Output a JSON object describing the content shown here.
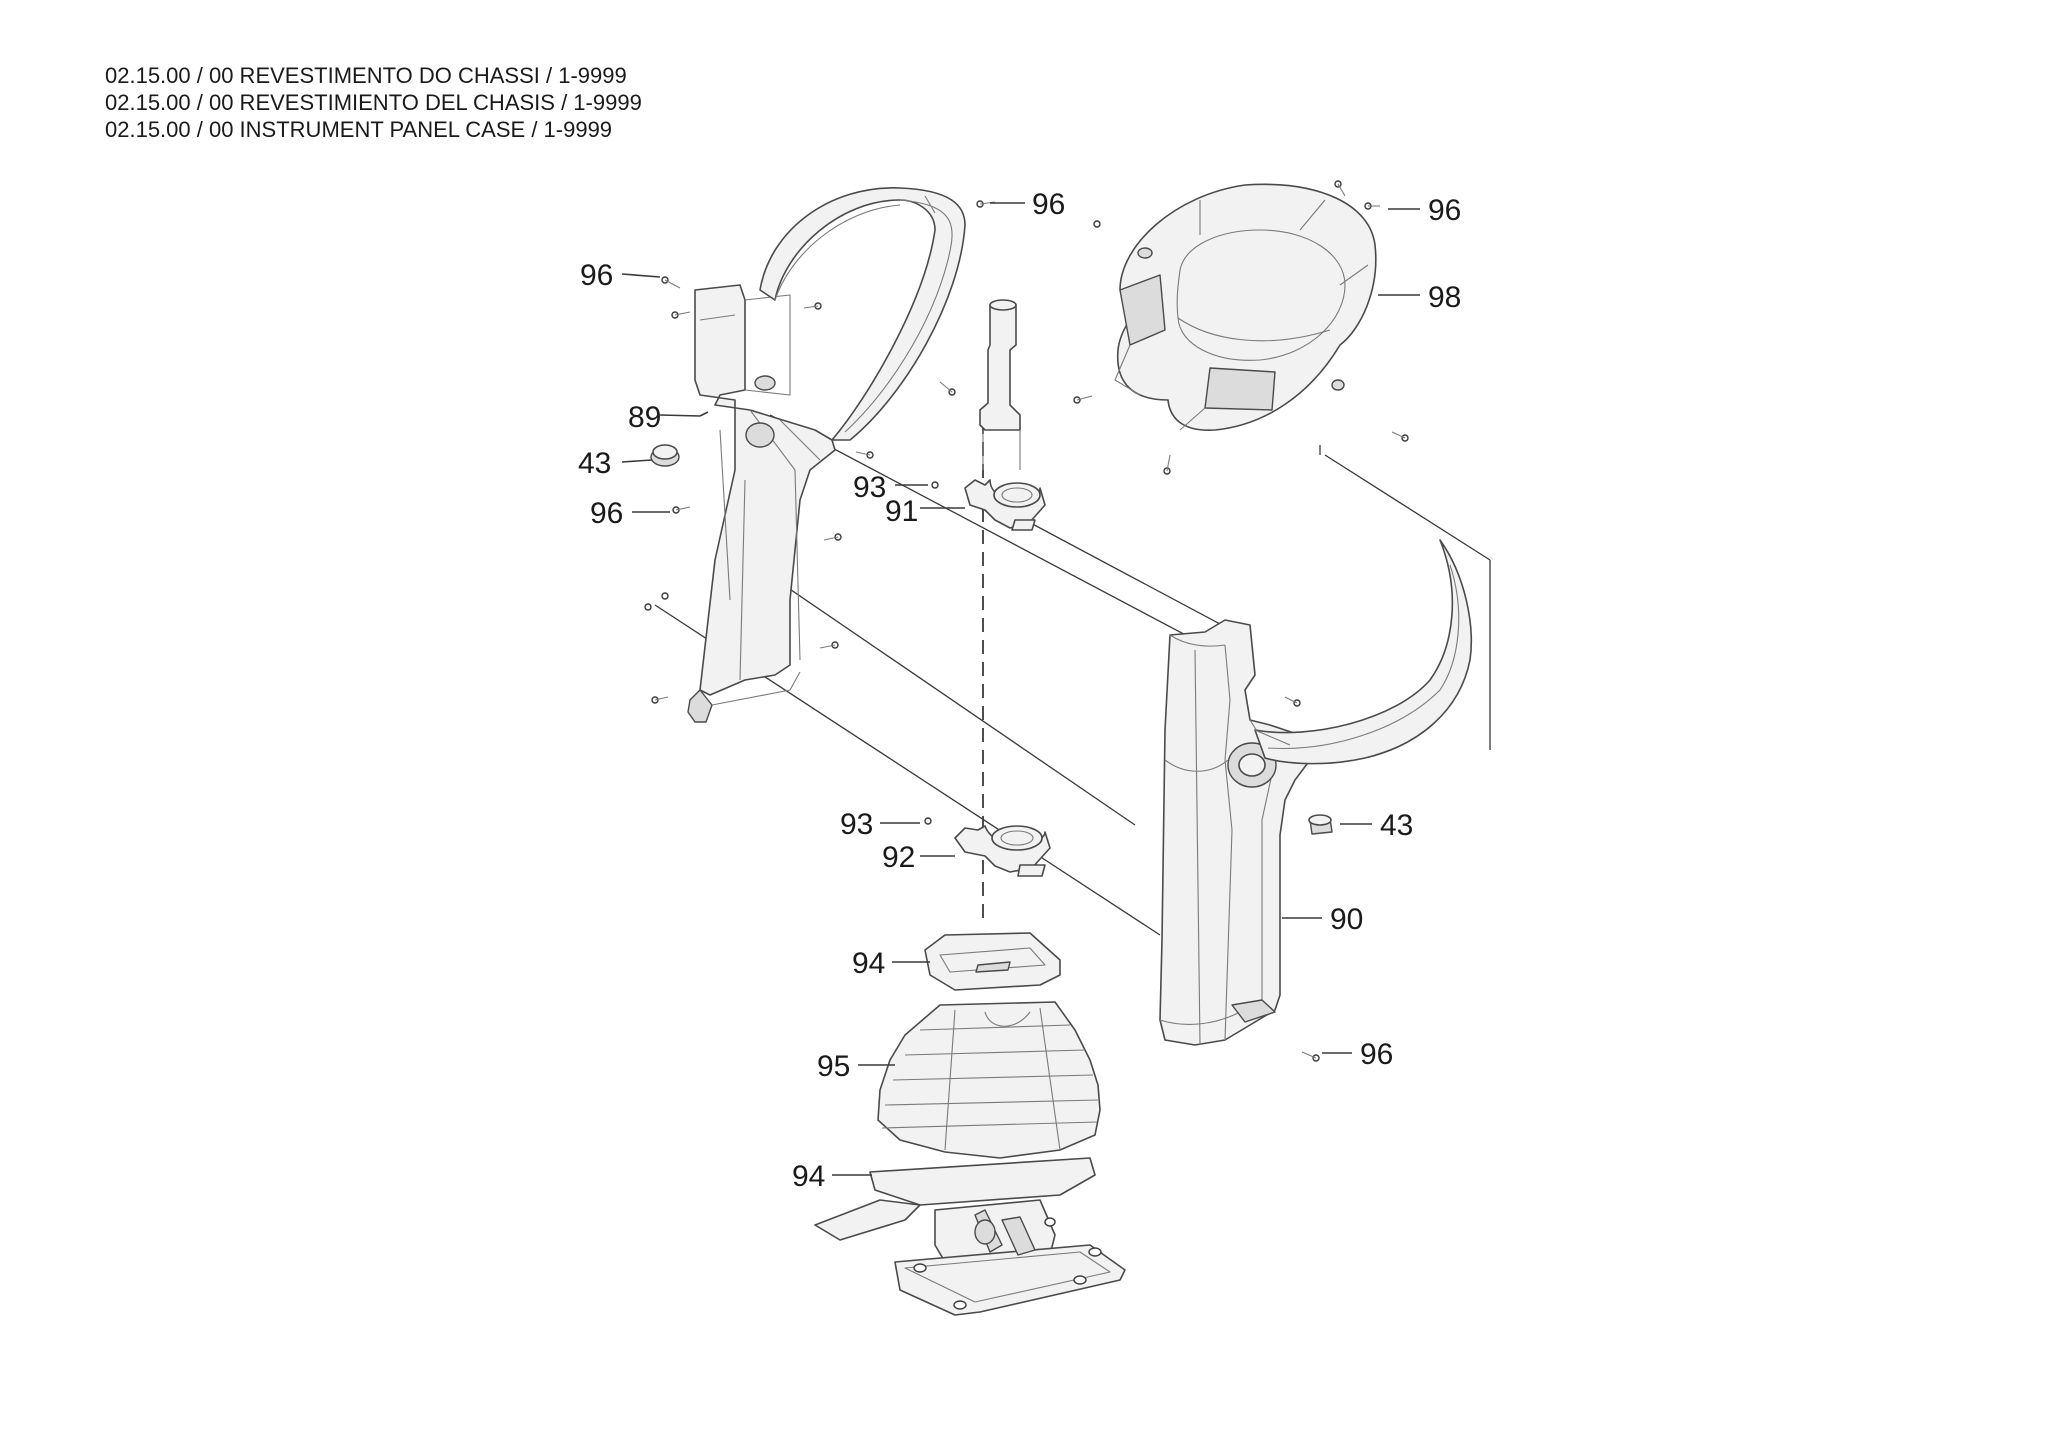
{
  "header": {
    "lines": [
      "02.15.00 / 00 REVESTIMENTO DO CHASSI / 1-9999",
      "02.15.00 / 00 REVESTIMIENTO DEL CHASIS / 1-9999",
      "02.15.00 / 00 INSTRUMENT PANEL CASE / 1-9999"
    ]
  },
  "callouts": {
    "c96_top": "96",
    "c96_topright": "96",
    "c98": "98",
    "c96_left": "96",
    "c89": "89",
    "c43_left": "43",
    "c96_midleft": "96",
    "c93_upper": "93",
    "c91": "91",
    "c93_lower": "93",
    "c92": "92",
    "c43_right": "43",
    "c90": "90",
    "c94_upper": "94",
    "c95": "95",
    "c94_lower": "94",
    "c96_bottom": "96"
  }
}
